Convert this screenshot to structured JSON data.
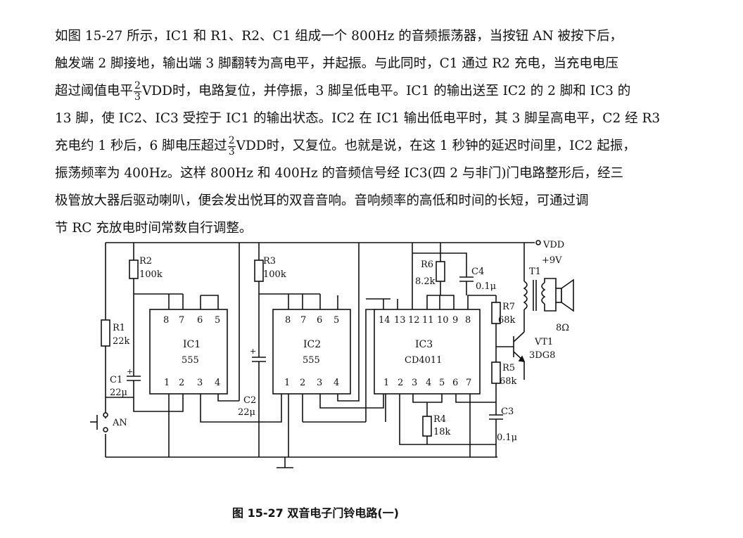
{
  "paragraph": {
    "l1": "如图 15-27 所示，IC1 和 R1、R2、C1 组成一个 800Hz 的音频振荡器，当按钮 AN 被按下后，",
    "l2": "触发端 2 脚接地，输出端 3 脚翻转为高电平，并起振。与此同时，C1 通过 R2 充电，当充电电压",
    "l3a": "超过阈值电平",
    "l3b": "VDD时，电路复位，并停振，3 脚呈低电平。IC1 的输出送至 IC2 的 2 脚和 IC3 的",
    "l4": "13 脚，使 IC2、IC3 受控于 IC1 的输出状态。IC2 在 IC1 输出低电平时，其 3 脚呈高电平，C2 经 R3",
    "l5a": "充电约 1 秒后，6 脚电压超过",
    "l5b": "VDD时，又复位。也就是说，在这 1 秒钟的延迟时间里，IC2 起振，",
    "l6": "振荡频率为 400Hz。这样 800Hz 和 400Hz 的音频信号经 IC3(四 2 与非门)门电路整形后，经三",
    "l7": "极管放大器后驱动喇叭，便会发出悦耳的双音音响。音响频率的高低和时间的长短，可通过调",
    "l8": "节 RC 充放电时间常数自行调整。",
    "frac_num": "2",
    "frac_den": "3"
  },
  "circuit": {
    "vdd": "VDD",
    "plus9v": "+9V",
    "ic1": {
      "name": "IC1",
      "type": "555",
      "pins_top": [
        "8",
        "7",
        "6",
        "5"
      ],
      "pins_bottom": [
        "1",
        "2",
        "3",
        "4"
      ]
    },
    "ic2": {
      "name": "IC2",
      "type": "555",
      "pins_top": [
        "8",
        "7",
        "6",
        "5"
      ],
      "pins_bottom": [
        "1",
        "2",
        "3",
        "4"
      ]
    },
    "ic3": {
      "name": "IC3",
      "type": "CD4011",
      "pins_top": [
        "14",
        "13",
        "12",
        "11",
        "10",
        "9",
        "8"
      ],
      "pins_bottom": [
        "1",
        "2",
        "3",
        "4",
        "5",
        "6",
        "7"
      ]
    },
    "r1": {
      "name": "R1",
      "value": "22k"
    },
    "r2": {
      "name": "R2",
      "value": "100k"
    },
    "r3": {
      "name": "R3",
      "value": "100k"
    },
    "r4": {
      "name": "R4",
      "value": "18k"
    },
    "r5": {
      "name": "R5",
      "value": "68k"
    },
    "r6": {
      "name": "R6",
      "value": "8.2k"
    },
    "r7": {
      "name": "R7",
      "value": "68k"
    },
    "c1": {
      "name": "C1",
      "value": "22μ"
    },
    "c2": {
      "name": "C2",
      "value": "22μ"
    },
    "c3": {
      "name": "C3",
      "value": "0.1μ"
    },
    "c4": {
      "name": "C4",
      "value": "0.1μ"
    },
    "t1": "T1",
    "vt1": {
      "name": "VT1",
      "type": "3DG8"
    },
    "speaker": "8Ω",
    "button": "AN",
    "plus": "+"
  },
  "caption": "图 15-27    双音电子门铃电路(一)"
}
